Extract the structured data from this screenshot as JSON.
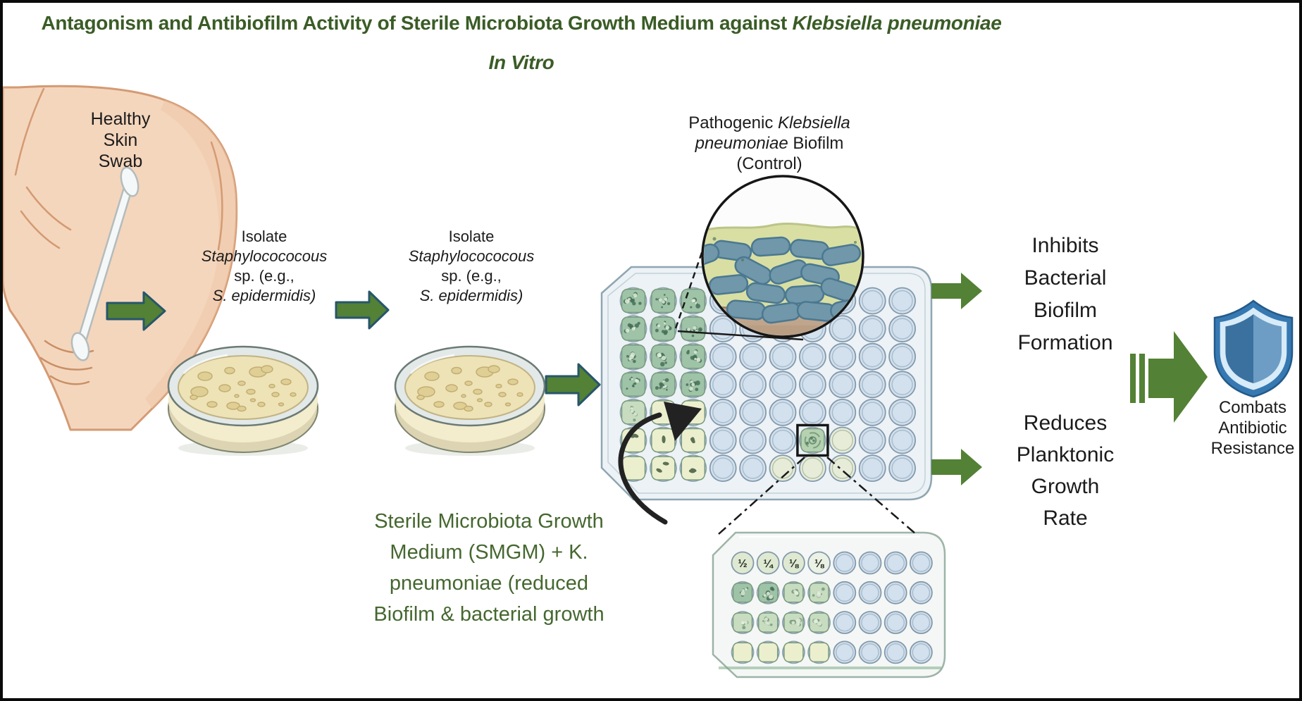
{
  "figure_title": {
    "line1_regular": "Antagonism and Antibiofilm Activity of Sterile Microbiota Growth Medium against",
    "line1_italic": "Klebsiella pneumoniae",
    "line2_italic": "In Vitro"
  },
  "labels": {
    "swab": {
      "line1": "Healthy",
      "line2": "Skin",
      "line3": "Swab"
    },
    "isolate": {
      "line1": "Isolate",
      "line2_italic": "Staphylocococous",
      "line3": "sp. (e.g.,",
      "line4_italic": "S. epidermidis)"
    },
    "pathogen": {
      "l1_regular": "Pathogenic",
      "l1_italic": "Klebsiella",
      "l2_italic": "pneumoniae",
      "l2_regular": "Biofilm",
      "l3": "(Control)"
    },
    "smgm": {
      "line1": "Sterile Microbiota Growth",
      "line2": "Medium (SMGM) + K.",
      "line3": "pneumoniae (reduced",
      "line4": "Biofilm & bacterial growth"
    },
    "outcome_biofilm": {
      "line1": "Inhibits",
      "line2": "Bacterial",
      "line3": "Biofilm",
      "line4": "Formation"
    },
    "outcome_planktonic": {
      "line1": "Reduces",
      "line2": "Planktonic",
      "line3": "Growth",
      "line4": "Rate"
    },
    "shield_caption": {
      "line1": "Combats",
      "line2": "Antibiotic",
      "line3": "Resistance"
    }
  },
  "plates": {
    "main_96well": {
      "rows": 7,
      "cols": 10,
      "grid": [
        "GGGBBBBBBB",
        "GGGBBBBBBB",
        "GGGBBBBBBB",
        "GGGBBBBBBB",
        "gYyBBBBBBB",
        "yyyBBBStBB",
        "YyyBBtttBB"
      ],
      "highlight_square_row": 6,
      "highlight_square_col": 7
    },
    "small_plate": {
      "rows": 4,
      "cols": 8,
      "grid": [
        "FFFfBBBB",
        "GGggBBBB",
        "ggggBBBB",
        "YYYYBBBB"
      ],
      "dilution_labels": [
        "½",
        "¼",
        "⅛",
        "⅛"
      ]
    }
  },
  "colors": {
    "title_green": "#3a5c26",
    "body_green": "#45672f",
    "arrow_green": "#538135",
    "arrow_outline": "#27566b",
    "shield_blue": "#3679b2",
    "shield_inner_light": "#d7ebf8",
    "biofilm_yellow": "#d9dfa3",
    "bacteria_blue_gray": "#7097aa",
    "skin": "#f4d6bd",
    "well_blue": "#d3e0ee",
    "well_biofilm_green": "#9ec3a6",
    "well_pale_yellow": "#ecefcd"
  }
}
